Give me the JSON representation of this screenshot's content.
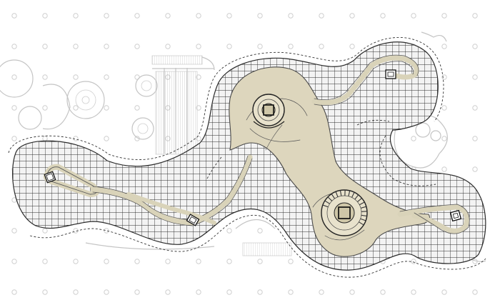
{
  "drawing": {
    "colors": {
      "background": "#ffffff",
      "grid": "#2b2b2b",
      "grid_fill": "#f3f3f3",
      "plaza": "#ddd6bd",
      "plaza_outline": "#4a4a4a",
      "ghost_lines": "#c4c4c4"
    },
    "layers": [
      "background-dot-grid",
      "ghost-underlay",
      "grid-field",
      "plaza",
      "paths",
      "pavilions",
      "dashed-boundary"
    ],
    "pavilions": [
      "pavilion-west",
      "pavilion-center-low",
      "pavilion-top-large",
      "pavilion-bottom-large",
      "pavilion-northeast",
      "pavilion-east"
    ],
    "text_labels": []
  }
}
